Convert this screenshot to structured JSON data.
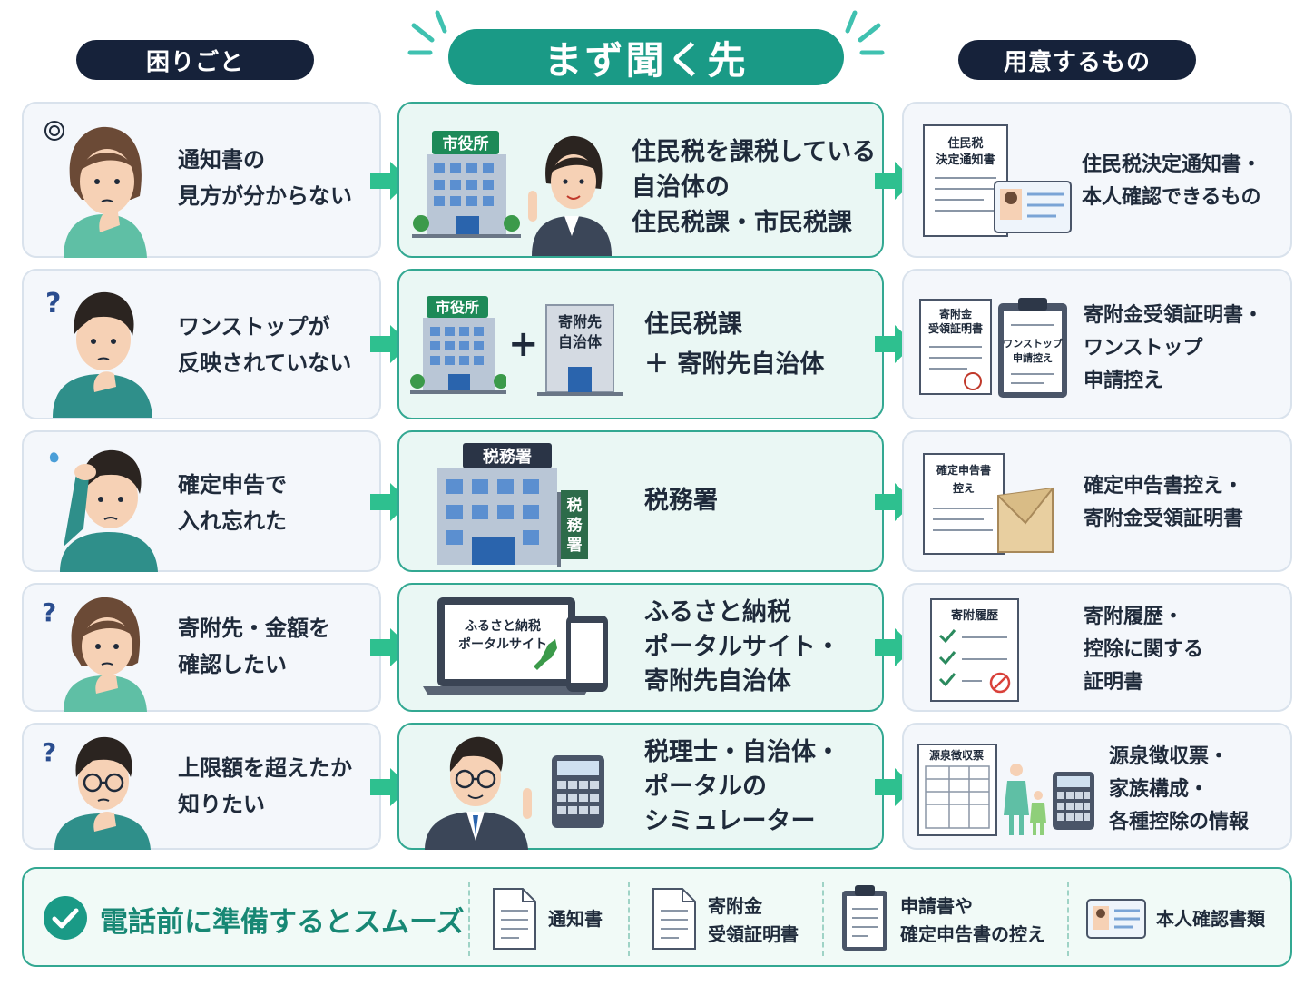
{
  "headers": {
    "left": "困りごと",
    "center": "まず聞く先",
    "right": "用意するもの"
  },
  "rows": [
    {
      "problem": [
        "通知書の",
        "見方が分からない"
      ],
      "contact": [
        "住民税を課税している",
        "自治体の",
        "住民税課・市民税課"
      ],
      "prepare": [
        "住民税決定通知書・",
        "本人確認できるもの"
      ],
      "illus_labels": {
        "building": "市役所",
        "doc": [
          "住民税",
          "決定通知書"
        ]
      }
    },
    {
      "problem": [
        "ワンストップが",
        "反映されていない"
      ],
      "contact": [
        "住民税課",
        "＋ 寄附先自治体"
      ],
      "prepare": [
        "寄附金受領証明書・",
        "ワンストップ",
        "申請控え"
      ],
      "illus_labels": {
        "building": "市役所",
        "plus": "+",
        "building2": [
          "寄附先",
          "自治体"
        ],
        "doc": [
          "寄附金",
          "受領証明書"
        ],
        "clipboard": [
          "ワンストップ",
          "申請控え"
        ]
      }
    },
    {
      "problem": [
        "確定申告で",
        "入れ忘れた"
      ],
      "contact": [
        "税務署"
      ],
      "prepare": [
        "確定申告書控え・",
        "寄附金受領証明書"
      ],
      "illus_labels": {
        "building": "税務署",
        "sign": [
          "税",
          "務",
          "署"
        ],
        "doc": [
          "確定申告書",
          "控え"
        ]
      }
    },
    {
      "problem": [
        "寄附先・金額を",
        "確認したい"
      ],
      "contact": [
        "ふるさと納税",
        "ポータルサイト・",
        "寄附先自治体"
      ],
      "prepare": [
        "寄附履歴・",
        "控除に関する",
        "証明書"
      ],
      "illus_labels": {
        "laptop": [
          "ふるさと納税",
          "ポータルサイト"
        ],
        "doc": [
          "寄附履歴"
        ]
      }
    },
    {
      "problem": [
        "上限額を超えたか",
        "知りたい"
      ],
      "contact": [
        "税理士・自治体・",
        "ポータルの",
        "シミュレーター"
      ],
      "prepare": [
        "源泉徴収票・",
        "家族構成・",
        "各種控除の情報"
      ],
      "illus_labels": {
        "doc": [
          "源泉徴収票"
        ]
      }
    }
  ],
  "footer": {
    "title": "電話前に準備するとスムーズ",
    "items": [
      {
        "label": [
          "通知書"
        ]
      },
      {
        "label": [
          "寄附金",
          "受領証明書"
        ]
      },
      {
        "label": [
          "申請書や",
          "確定申告書の控え"
        ]
      },
      {
        "label": [
          "本人確認書類"
        ]
      }
    ]
  },
  "colors": {
    "navy": "#16223a",
    "teal": "#1a9a86",
    "arrow": "#2ec08f",
    "card_mid_border": "#33a892"
  }
}
